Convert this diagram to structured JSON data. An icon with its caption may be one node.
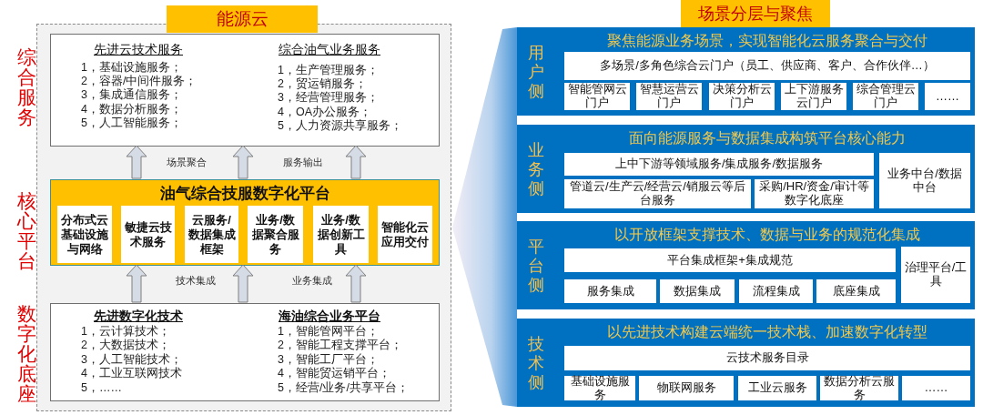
{
  "diagram": {
    "nodes": [
      {
        "text": [
          "能源云"
        ]
      },
      {
        "text": [],
        "shape": "box"
      },
      {
        "text": [
          "先进云技术服务",
          "1，基础设施服务；",
          "2，容器/中间件服务；",
          "3，集成通信服务；",
          "4，数据分析服务；",
          "5，人工智能服务；",
          "综合油气业务服务",
          "1，生产管理服务；",
          "2，贸运销服务；",
          "3，经营管理服务；",
          "4，OA办公服务；",
          "5，人力资源共享服务；"
        ],
        "in": 1,
        "beside": [
          "综合服务"
        ]
      },
      {
        "text": [
          "油气综合技服数字化平台"
        ],
        "in": 1,
        "beside": [
          "核心平台"
        ]
      },
      {
        "text": [
          "分布式云基础设施与网络"
        ],
        "in": 3
      },
      {
        "text": [
          "敏捷云技术服务"
        ],
        "in": 3
      },
      {
        "text": [
          "云服务/数据集成框架"
        ],
        "in": 3
      },
      {
        "text": [
          "业务/数据聚合服务"
        ],
        "in": 3
      },
      {
        "text": [
          "业务/数据创新工具"
        ],
        "in": 3
      },
      {
        "text": [
          "智能化云应用交付"
        ],
        "in": 3
      },
      {
        "text": [
          "先进数字化技术",
          "1，云计算技术；",
          "2，大数据技术；",
          "3，人工智能技术；",
          "4，工业互联网技术",
          "5，……",
          "海油综合业务平台",
          "1，智能管网平台；",
          "2，智能工程支撑平台；",
          "3，智能工厂平台；",
          "4，智能贸运销平台；",
          "5，经营/业务/共享平台；"
        ],
        "in": 1,
        "beside": [
          "数字化底座"
        ]
      },
      {
        "text": [
          "场景分层与聚焦"
        ]
      },
      {
        "text": [
          "用户侧",
          "聚焦能源业务场景，实现智能化云服务聚合与交付"
        ]
      },
      {
        "text": [
          "多场景/多角色综合云门户（员工、供应商、客户、合作伙伴…）"
        ],
        "in": 12
      },
      {
        "text": [
          "智能管网云门户"
        ],
        "in": 12
      },
      {
        "text": [
          "智慧运营云门户"
        ],
        "in": 12
      },
      {
        "text": [
          "决策分析云门户"
        ],
        "in": 12
      },
      {
        "text": [
          "上下游服务云门户"
        ],
        "in": 12
      },
      {
        "text": [
          "综合管理云门户"
        ],
        "in": 12
      },
      {
        "text": [
          "……"
        ],
        "in": 12
      },
      {
        "text": [
          "业务侧",
          "面向能源服务与数据集成构筑平台核心能力"
        ]
      },
      {
        "text": [
          "上中下游等领域服务/集成服务/数据服务"
        ],
        "in": 20
      },
      {
        "text": [
          "管道云/生产云/经营云/销服云等后台服务"
        ],
        "in": 20
      },
      {
        "text": [
          "采购/HR/资金/审计等数字化底座"
        ],
        "in": 20
      },
      {
        "text": [
          "业务中台/数据中台"
        ],
        "in": 20
      },
      {
        "text": [
          "平台侧",
          "以开放框架支撑技术、数据与业务的规范化集成"
        ]
      },
      {
        "text": [
          "平台集成框架+集成规范"
        ],
        "in": 25
      },
      {
        "text": [
          "服务集成"
        ],
        "in": 25
      },
      {
        "text": [
          "数据集成"
        ],
        "in": 25
      },
      {
        "text": [
          "流程集成"
        ],
        "in": 25
      },
      {
        "text": [
          "底座集成"
        ],
        "in": 25
      },
      {
        "text": [
          "治理平台/工具"
        ],
        "in": 25
      },
      {
        "text": [
          "技术侧",
          "以先进技术构建云端统一技术栈、加速数字化转型"
        ]
      },
      {
        "text": [
          "云技术服务目录"
        ],
        "in": 32
      },
      {
        "text": [
          "基础设施服务"
        ],
        "in": 32
      },
      {
        "text": [
          "物联网服务"
        ],
        "in": 32
      },
      {
        "text": [
          "工业云服务"
        ],
        "in": 32
      },
      {
        "text": [
          "数据分析云服务"
        ],
        "in": 32
      },
      {
        "text": [
          "……"
        ],
        "in": 32
      }
    ],
    "edges": [
      {
        "from": 3,
        "to": 2,
        "arrow": "to"
      },
      {
        "from": 3,
        "to": 2,
        "arrow": "to"
      },
      {
        "from": 3,
        "to": 2,
        "arrow": "to"
      },
      {
        "from": 10,
        "to": 3,
        "arrow": "to"
      },
      {
        "from": 10,
        "to": 3,
        "arrow": "to"
      },
      {
        "from": 10,
        "to": 3,
        "arrow": "to"
      }
    ],
    "labels": [
      "场景聚合",
      "服务输出",
      "技术集成",
      "业务集成"
    ]
  }
}
